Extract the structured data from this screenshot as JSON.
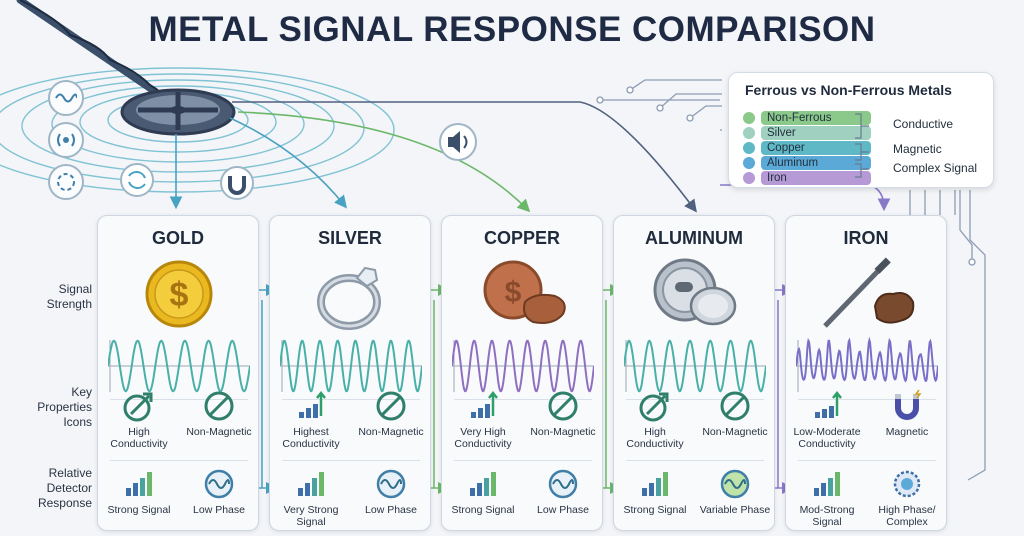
{
  "title": "METAL SIGNAL RESPONSE COMPARISON",
  "row_labels": {
    "signal": "Signal Strength",
    "properties": "Key Properties Icons",
    "response": "Relative Detector Response"
  },
  "legend": {
    "title": "Ferrous vs Non-Ferrous Metals",
    "items": [
      {
        "label": "Non-Ferrous",
        "color": "#8bc98a"
      },
      {
        "label": "Silver",
        "color": "#9fd0c0"
      },
      {
        "label": "Copper",
        "color": "#5fb8c6"
      },
      {
        "label": "Aluminum",
        "color": "#5aa9d6"
      },
      {
        "label": "Iron",
        "color": "#b59ad6"
      }
    ],
    "groups": [
      "Conductive",
      "Magnetic",
      "Complex Signal"
    ]
  },
  "cards": [
    {
      "name": "GOLD",
      "wave_color": "#49b0a8",
      "prop1": "High Conductivity",
      "prop2": "Non-Magnetic",
      "resp1": "Strong Signal",
      "resp2": "Low Phase"
    },
    {
      "name": "SILVER",
      "wave_color": "#49b0a8",
      "prop1": "Highest Conductivity",
      "prop2": "Non-Magnetic",
      "resp1": "Very Strong Signal",
      "resp2": "Low Phase"
    },
    {
      "name": "COPPER",
      "wave_color": "#8f6fc0",
      "prop1": "Very High Conductivity",
      "prop2": "Non-Magnetic",
      "resp1": "Strong Signal",
      "resp2": "Low Phase"
    },
    {
      "name": "ALUMINUM",
      "wave_color": "#49b0a8",
      "prop1": "High Conductivity",
      "prop2": "Non-Magnetic",
      "resp1": "Strong Signal",
      "resp2": "Variable Phase"
    },
    {
      "name": "IRON",
      "wave_color": "#7a6fc8",
      "prop1": "Low-Moderate Conductivity",
      "prop2": "Magnetic",
      "resp1": "Mod-Strong Signal",
      "resp2": "High Phase/ Complex"
    }
  ],
  "colors": {
    "teal": "#3f9eb0",
    "green": "#6cb86a",
    "purple": "#8a78c8",
    "navy": "#2b3a55"
  }
}
